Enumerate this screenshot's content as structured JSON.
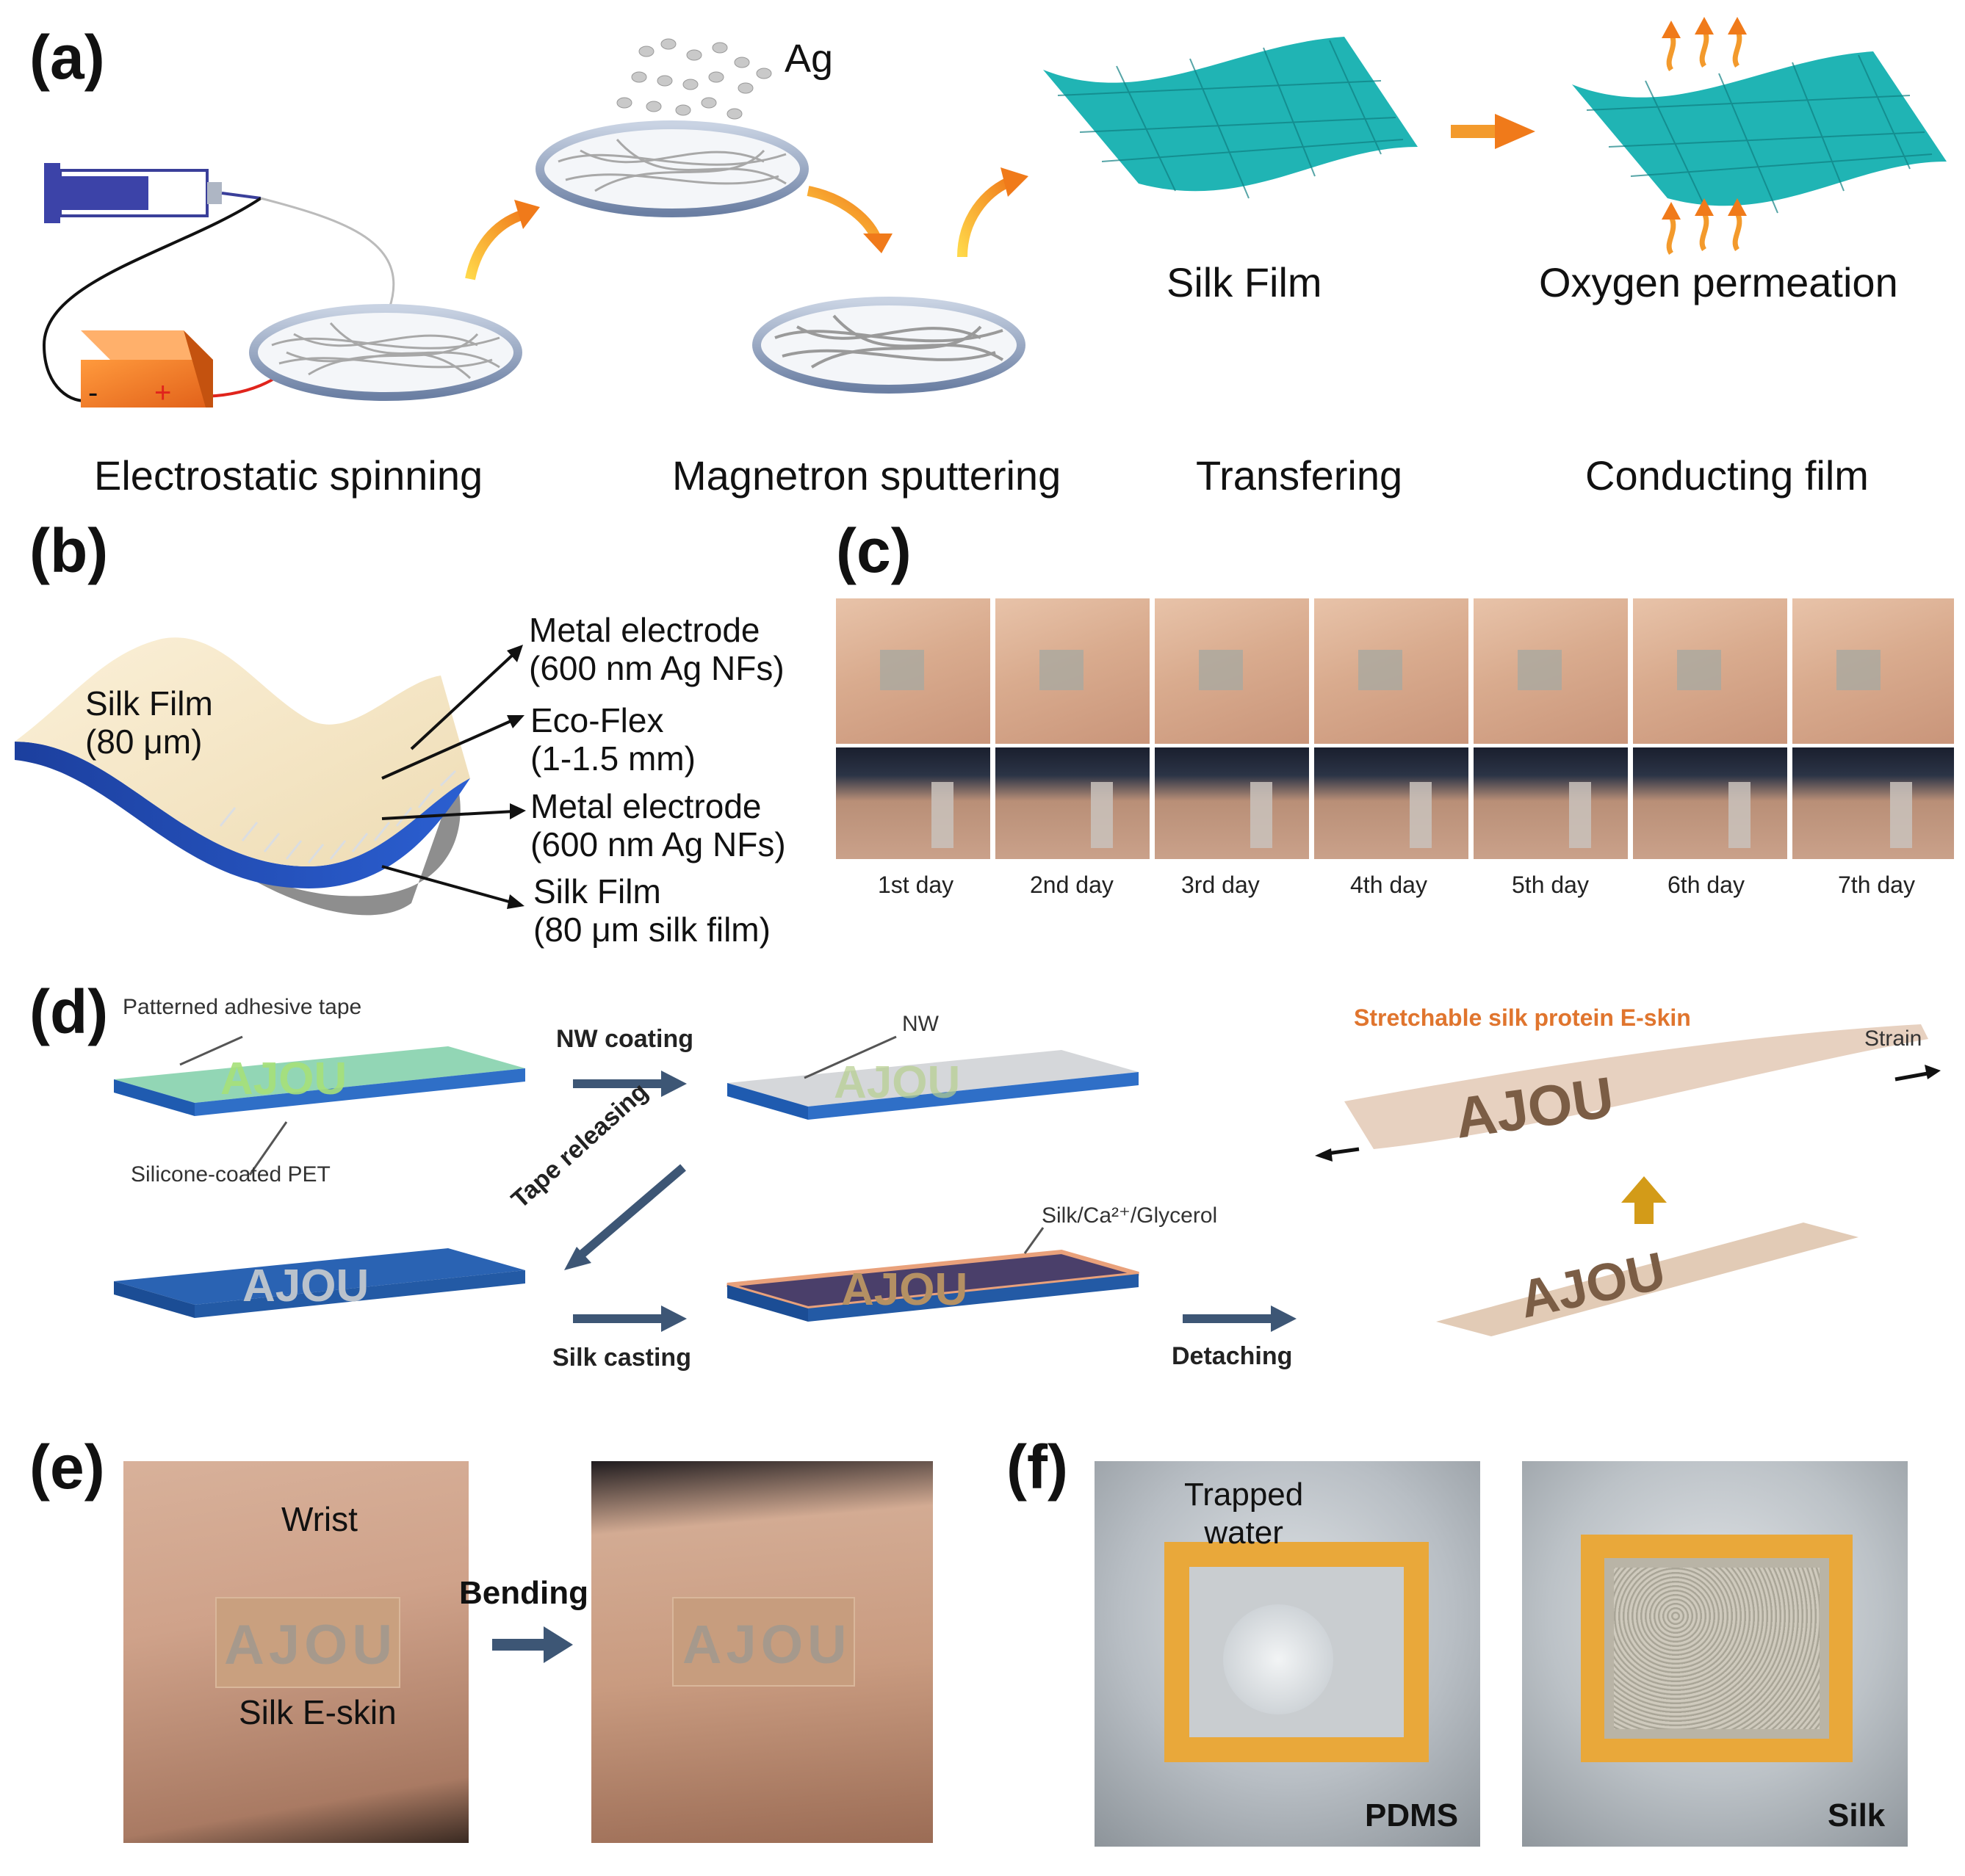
{
  "panel_a": {
    "label": "(a)",
    "ag_label": "Ag",
    "silk_film_label": "Silk Film",
    "oxygen_label": "Oxygen permeation",
    "steps": [
      "Electrostatic spinning",
      "Magnetron sputtering",
      "Transfering",
      "Conducting film"
    ],
    "power_minus": "-",
    "power_plus": "+"
  },
  "panel_b": {
    "label": "(b)",
    "silk_film_top": [
      "Silk Film",
      "(80 μm)"
    ],
    "layers": [
      [
        "Metal electrode",
        "(600 nm Ag NFs)"
      ],
      [
        "Eco-Flex",
        "(1-1.5 mm)"
      ],
      [
        "Metal electrode",
        "(600 nm Ag NFs)"
      ],
      [
        "Silk Film",
        "(80 μm silk film)"
      ]
    ]
  },
  "panel_c": {
    "label": "(c)",
    "days": [
      "1st day",
      "2nd day",
      "3rd day",
      "4th day",
      "5th day",
      "6th day",
      "7th day"
    ]
  },
  "panel_d": {
    "label": "(d)",
    "patterned_tape": "Patterned adhesive tape",
    "silicone_pet": "Silicone-coated PET",
    "nw_coating": "NW coating",
    "nw": "NW",
    "tape_releasing": "Tape releasing",
    "silk_casting": "Silk casting",
    "silk_mix": "Silk/Ca²⁺/Glycerol",
    "detaching": "Detaching",
    "eskin_title": "Stretchable silk protein E-skin",
    "strain": "Strain",
    "ajou": "AJOU"
  },
  "panel_e": {
    "label": "(e)",
    "wrist": "Wrist",
    "silk_eskin": "Silk E-skin",
    "bending": "Bending",
    "ajou": "AJOU"
  },
  "panel_f": {
    "label": "(f)",
    "trapped_water": [
      "Trapped",
      "water"
    ],
    "pdms": "PDMS",
    "silk": "Silk"
  },
  "colors": {
    "teal_film": "#1fb3b3",
    "arrow_orange": "#f39a2c",
    "navy_arrow": "#3d5675",
    "pet_blue": "#2a63b3",
    "kapton": "#e8a83a"
  }
}
